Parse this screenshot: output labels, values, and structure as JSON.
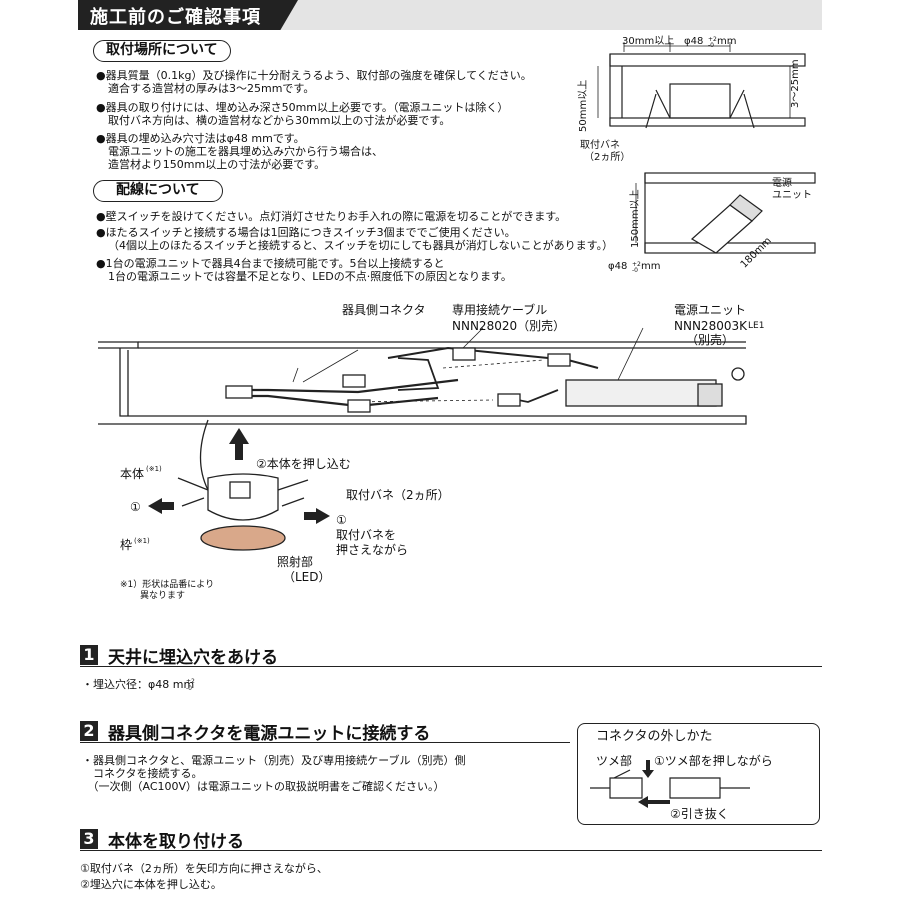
{
  "header": {
    "title": "施工前のご確認事項"
  },
  "section_location": {
    "title": "取付場所について",
    "bullets": [
      [
        "●器具質量（0.1kg）及び操作に十分耐えうるよう、取付部の強度を確保してください。",
        "適合する造営材の厚みは3～25mmです。"
      ],
      [
        "●器具の取り付けには、埋め込み深さ50mm以上必要です。（電源ユニットは除く）",
        "取付バネ方向は、横の造営材などから30mm以上の寸法が必要です。"
      ],
      [
        "●器具の埋め込み穴寸法はφ48 mmです。",
        "電源ユニットの施工を器具埋め込み穴から行う場合は、",
        "造営材より150mm以上の寸法が必要です。"
      ]
    ]
  },
  "section_wiring": {
    "title": "配線について",
    "bullets": [
      [
        "●壁スイッチを設けてください。点灯消灯させたりお手入れの際に電源を切ることができます。"
      ],
      [
        "●ほたるスイッチと接続する場合は1回路につきスイッチ3個まででご使用ください。",
        "（4個以上のほたるスイッチと接続すると、スイッチを切にしても器具が消灯しないことがあります。）"
      ],
      [
        "●1台の電源ユニットで器具4台まで接続可能です。5台以上接続すると",
        "1台の電源ユニットでは容量不足となり、LEDの不点·照度低下の原因となります。"
      ]
    ]
  },
  "diagram_top": {
    "dim_30": "30mm以上",
    "dim_48": "φ48",
    "tol_plus": "+2",
    "tol_minus": "-0",
    "mm": "mm",
    "dim_50": "50mm以上",
    "dim_3_25": "3～25mm",
    "spring_label": [
      "取付バネ",
      "（2ヵ所）"
    ]
  },
  "diagram_mid": {
    "power_unit": [
      "電源",
      "ユニット"
    ],
    "dim_150": "150mm以上",
    "dim_180": "180mm",
    "dim_48": "φ48"
  },
  "diagram_main": {
    "fixture_connector": "器具側コネクタ",
    "cable_label": [
      "専用接続ケーブル",
      "NNN28020（別売）"
    ],
    "unit_label": [
      "電源ユニット",
      "NNN28003K",
      "LE1",
      "（別売）"
    ],
    "push_in": "②本体を押し込む",
    "body": "本体",
    "body_note": "(※1)",
    "spring": "取付バネ（2ヵ所）",
    "circle1": "①",
    "press_springs": [
      "①",
      "取付バネを",
      "押さえながら"
    ],
    "frame": "枠",
    "frame_note": "(※1)",
    "led": [
      "照射部",
      "（LED）"
    ],
    "footnote": [
      "※1）形状は品番により",
      "異なります"
    ]
  },
  "steps": [
    {
      "num": "1",
      "title": "天井に埋込穴をあける",
      "body": [
        "・埋込穴径：φ48 mm"
      ]
    },
    {
      "num": "2",
      "title": "器具側コネクタを電源ユニットに接続する",
      "body": [
        "・器具側コネクタと、電源ユニット（別売）及び専用接続ケーブル（別売）側",
        "　コネクタを接続する。",
        "　（一次側（AC100V）は電源ユニットの取扱説明書をご確認ください。）"
      ]
    },
    {
      "num": "3",
      "title": "本体を取り付ける",
      "body": [
        "①取付バネ（2ヵ所）を矢印方向に押さえながら、",
        "②埋込穴に本体を押し込む。"
      ]
    }
  ],
  "connector_box": {
    "title": "コネクタの外しかた",
    "tab_label": "ツメ部",
    "step1": "①ツメ部を押しながら",
    "step2": "②引き抜く"
  }
}
